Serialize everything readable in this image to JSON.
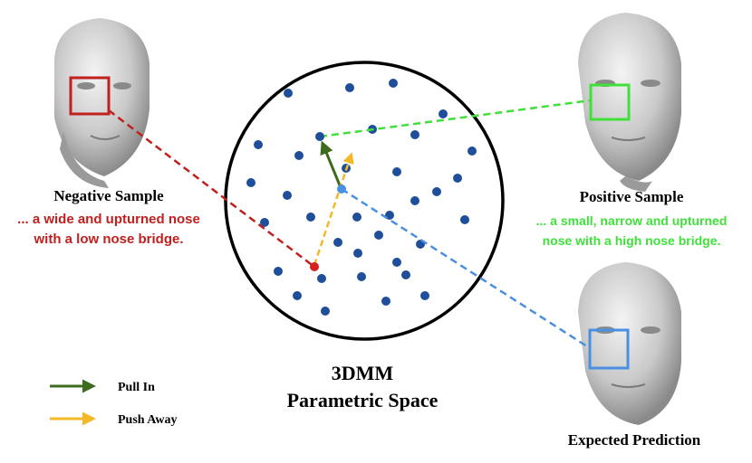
{
  "space": {
    "title_line1": "3DMM",
    "title_line2": "Parametric Space"
  },
  "negative": {
    "title": "Negative Sample",
    "desc_line1": "... a wide and upturned nose",
    "desc_line2": "with a low nose bridge.",
    "color": "#c0201e"
  },
  "positive": {
    "title": "Positive Sample",
    "desc_line1": "... a small, narrow and upturned",
    "desc_line2": "nose with a high nose bridge.",
    "color": "#3fe03a"
  },
  "prediction": {
    "title": "Expected Prediction",
    "color": "#4a90e2"
  },
  "legend": {
    "pull_label": "Pull In",
    "push_label": "Push Away",
    "pull_color": "#3d6b1f",
    "push_color": "#f5b826"
  },
  "icons": {
    "faces": [
      "face-render-icon",
      "face-render-icon",
      "face-render-icon"
    ]
  },
  "colors": {
    "dot": "#1f4f9a",
    "circle": "#000000"
  }
}
